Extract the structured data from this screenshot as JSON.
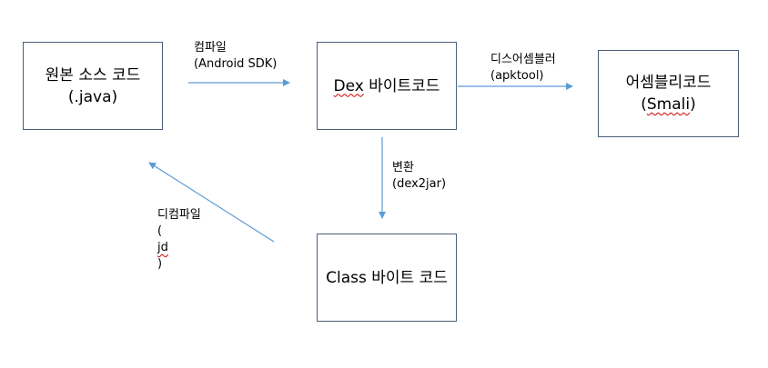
{
  "nodes": {
    "source": {
      "line1": "원본 소스 코드",
      "line2": "(.java)"
    },
    "dex": {
      "word": "Dex",
      "rest": " 바이트코드"
    },
    "smali": {
      "line1": "어셈블리코드",
      "open": "(",
      "word": "Smali",
      "close": ")"
    },
    "class": {
      "line1": "Class 바이트 코드"
    }
  },
  "edges": {
    "compile": {
      "line1": "컴파일",
      "line2": "(Android SDK)"
    },
    "disassemble": {
      "line1": "디스어셈블러",
      "line2": "(apktool)"
    },
    "convert": {
      "line1": "변환",
      "line2": "(dex2jar)"
    },
    "decompile": {
      "line1": "디컴파일",
      "open": "(",
      "word": "jd",
      "close": ")"
    }
  },
  "colors": {
    "arrow": "#5b9bd5",
    "box_border": "#4a5f7a",
    "spellcheck": "#d00000"
  }
}
